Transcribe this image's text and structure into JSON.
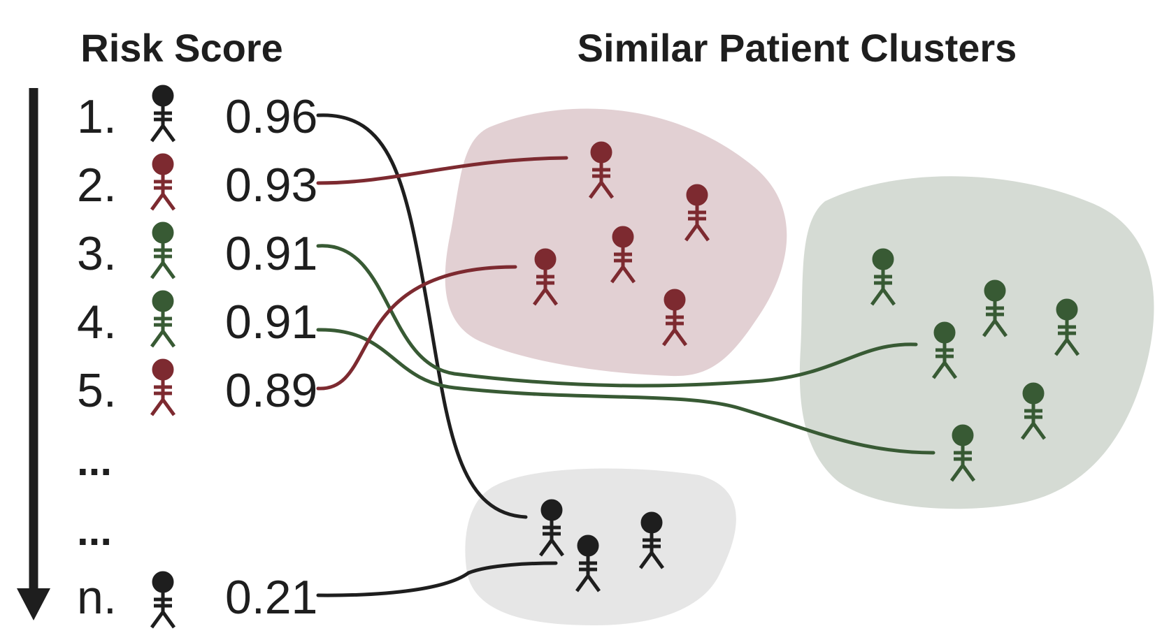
{
  "titles": {
    "left": "Risk Score",
    "right": "Similar Patient Clusters"
  },
  "colors": {
    "black": "#1e1e1e",
    "red": "#7d2a30",
    "green": "#385a34",
    "red_blob": "#e2d0d3",
    "green_blob": "#d5dbd4",
    "gray_blob": "#e6e6e6"
  },
  "ranking": [
    {
      "rank": "1.",
      "score": "0.96",
      "group": "black"
    },
    {
      "rank": "2.",
      "score": "0.93",
      "group": "red"
    },
    {
      "rank": "3.",
      "score": "0.91",
      "group": "green"
    },
    {
      "rank": "4.",
      "score": "0.91",
      "group": "green"
    },
    {
      "rank": "5.",
      "score": "0.89",
      "group": "red"
    },
    {
      "rank": "...",
      "score": "",
      "group": ""
    },
    {
      "rank": "...",
      "score": "",
      "group": ""
    },
    {
      "rank": "n.",
      "score": "0.21",
      "group": "black"
    }
  ],
  "clusters": [
    {
      "name": "red",
      "members": 5
    },
    {
      "name": "green",
      "members": 6
    },
    {
      "name": "black",
      "members": 3
    }
  ]
}
